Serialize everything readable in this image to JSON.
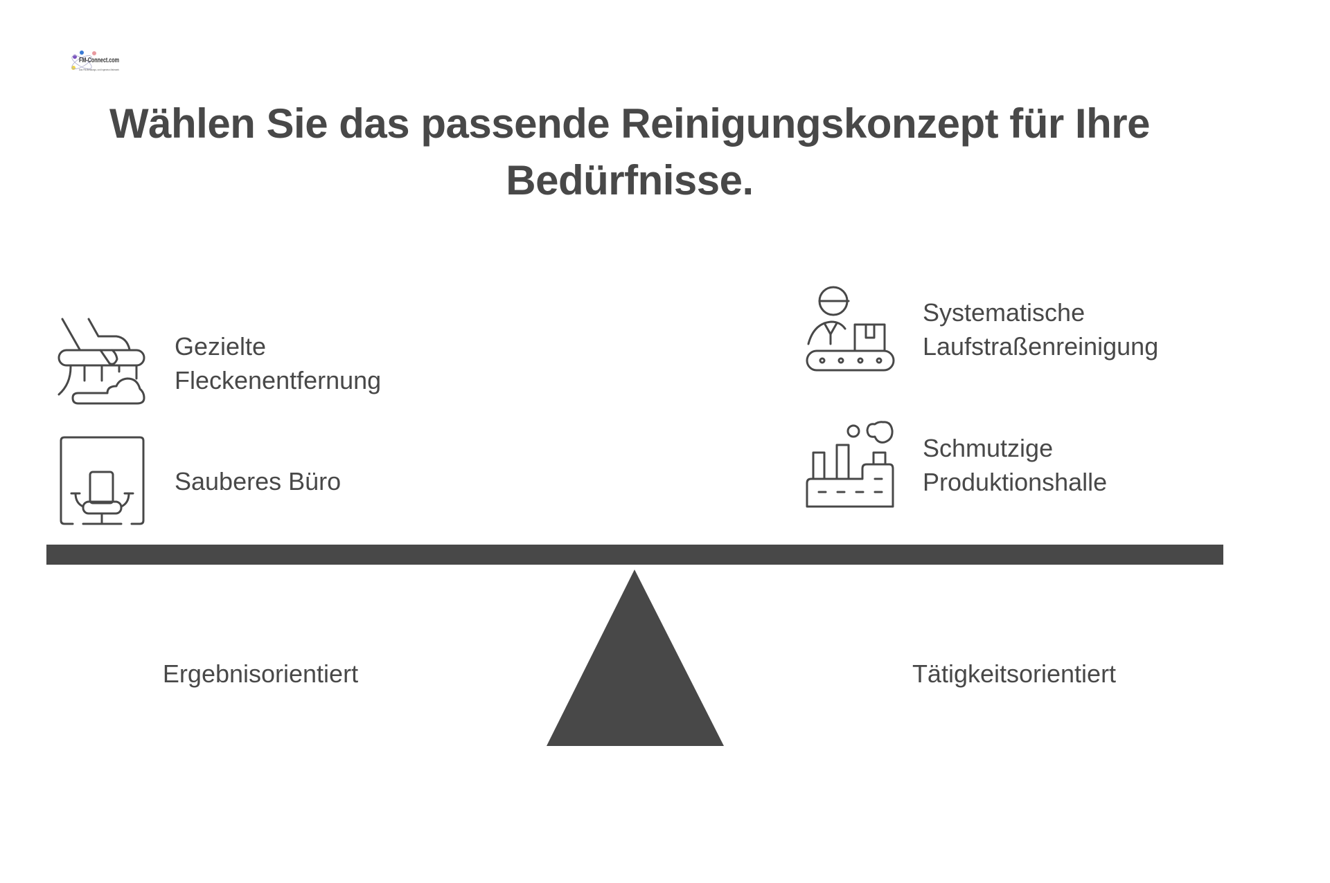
{
  "logo": {
    "text": "FM-Connect.com",
    "tagline": "Das FM-Beratungs- und Ingenieur-Netzwerk"
  },
  "title": {
    "line1": "Wählen Sie das passende Reinigungskonzept für Ihre",
    "line2": "Bedürfnisse."
  },
  "left": {
    "items": [
      {
        "icon": "cleaning-hand-icon",
        "line1": "Gezielte",
        "line2": "Fleckenentfernung"
      },
      {
        "icon": "office-chair-icon",
        "line1": "Sauberes Büro"
      }
    ],
    "category": "Ergebnisorientiert"
  },
  "right": {
    "items": [
      {
        "icon": "conveyor-worker-icon",
        "line1": "Systematische",
        "line2": "Laufstraßenreinigung"
      },
      {
        "icon": "factory-icon",
        "line1": "Schmutzige",
        "line2": "Produktionshalle"
      }
    ],
    "category": "Tätigkeitsorientiert"
  },
  "colors": {
    "primary": "#484848",
    "background": "#ffffff"
  }
}
